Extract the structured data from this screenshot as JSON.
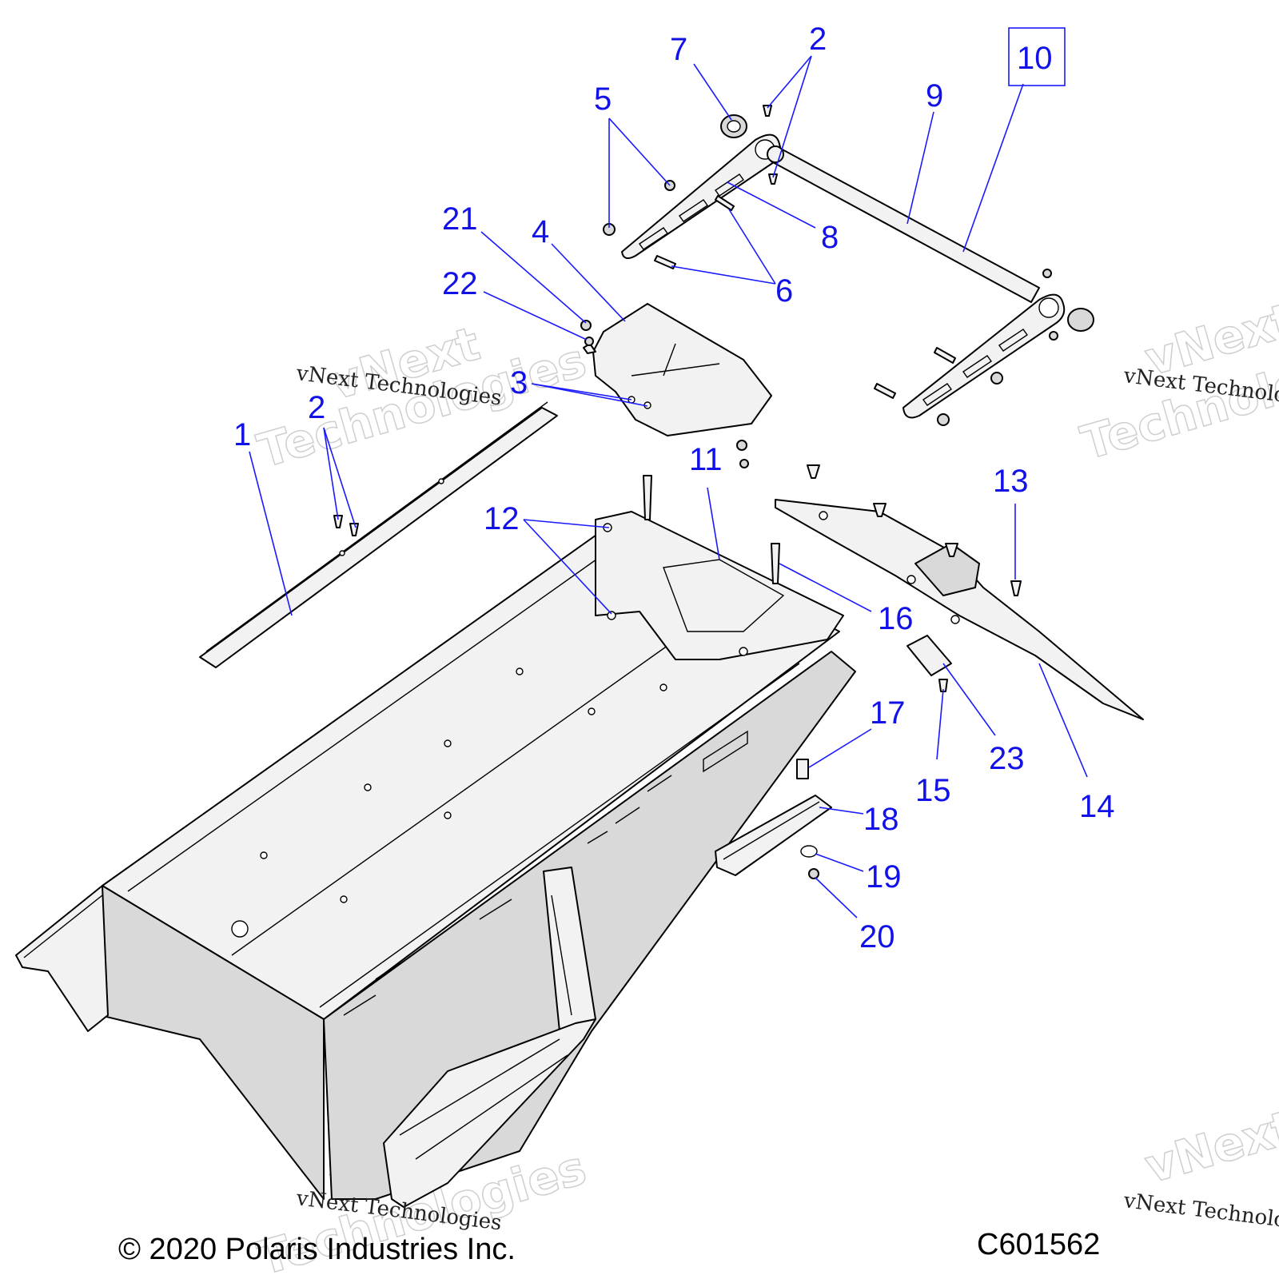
{
  "diagram": {
    "callouts": [
      {
        "id": "c1",
        "label": "1"
      },
      {
        "id": "c2a",
        "label": "2"
      },
      {
        "id": "c2b",
        "label": "2"
      },
      {
        "id": "c3",
        "label": "3"
      },
      {
        "id": "c4",
        "label": "4"
      },
      {
        "id": "c5",
        "label": "5"
      },
      {
        "id": "c6",
        "label": "6"
      },
      {
        "id": "c7",
        "label": "7"
      },
      {
        "id": "c8",
        "label": "8"
      },
      {
        "id": "c9",
        "label": "9"
      },
      {
        "id": "c10",
        "label": "10"
      },
      {
        "id": "c11",
        "label": "11"
      },
      {
        "id": "c12",
        "label": "12"
      },
      {
        "id": "c13",
        "label": "13"
      },
      {
        "id": "c14",
        "label": "14"
      },
      {
        "id": "c15",
        "label": "15"
      },
      {
        "id": "c16",
        "label": "16"
      },
      {
        "id": "c17",
        "label": "17"
      },
      {
        "id": "c18",
        "label": "18"
      },
      {
        "id": "c19",
        "label": "19"
      },
      {
        "id": "c20",
        "label": "20"
      },
      {
        "id": "c21",
        "label": "21"
      },
      {
        "id": "c22",
        "label": "22"
      },
      {
        "id": "c23",
        "label": "23"
      }
    ],
    "watermark": {
      "line": "vNext Technologies",
      "word1": "vNext",
      "word2": "Technologies"
    },
    "colors": {
      "callout": "#1212e8",
      "leader": "#1a1aff"
    }
  },
  "footer": {
    "copyright": "© 2020 Polaris Industries Inc.",
    "drawing_number": "C601562"
  }
}
